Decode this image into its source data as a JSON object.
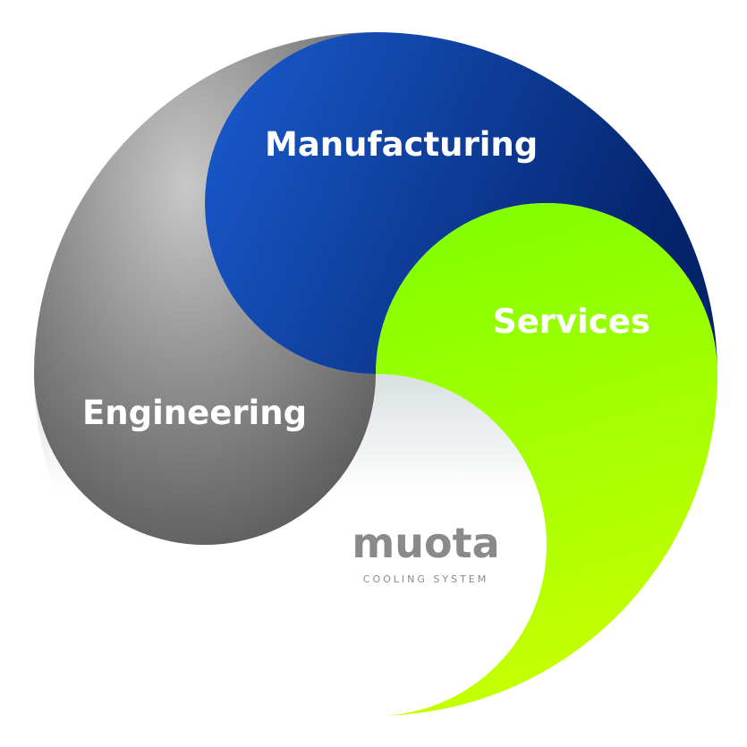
{
  "segments": [
    {
      "label": "Manufacturing",
      "color": "#1a4fb8"
    },
    {
      "label": "Services",
      "color": "#8fff00"
    },
    {
      "label": "Engineering",
      "color": "#7a7a7a"
    }
  ],
  "logo": {
    "word": "muota",
    "tagline": "COOLING SYSTEM"
  }
}
